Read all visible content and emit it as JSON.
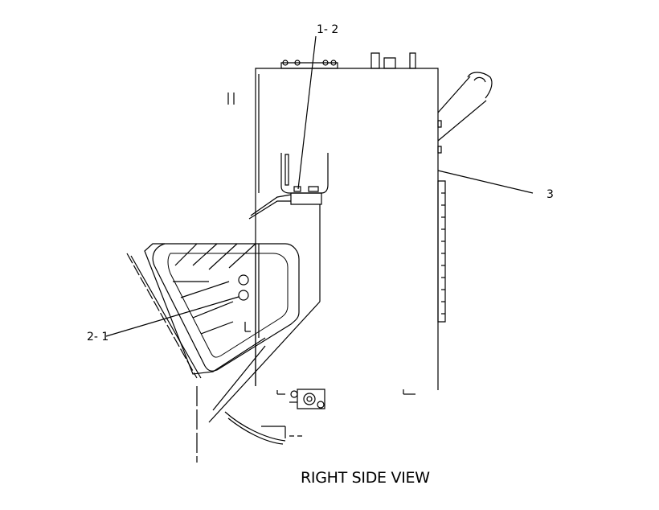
{
  "diagram": {
    "title": "RIGHT SIDE VIEW",
    "callouts": [
      {
        "id": "c12",
        "text": "1- 2"
      },
      {
        "id": "c21",
        "text": "2- 1"
      },
      {
        "id": "c3",
        "text": "3"
      }
    ],
    "colors": {
      "line": "#000000",
      "background": "#ffffff"
    }
  }
}
